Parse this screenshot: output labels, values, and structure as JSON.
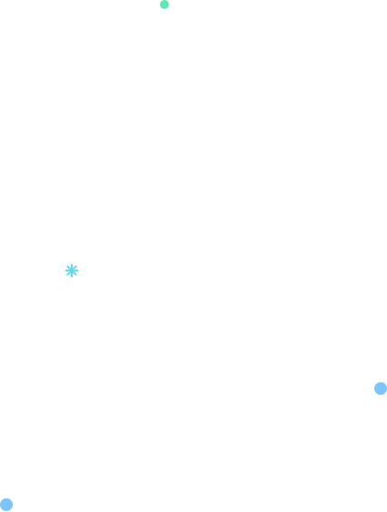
{
  "canvas": {
    "background": "#ffffff"
  },
  "decorations": {
    "dot_top": {
      "shape": "circle",
      "color": "#5ee8b0"
    },
    "sparkle": {
      "icon": "snowflake-sparkle-icon",
      "color": "#63d7f2"
    },
    "dot_right": {
      "shape": "circle",
      "color": "#7cc4fa"
    },
    "dot_bottom_left": {
      "shape": "circle",
      "color": "#7cc4fa"
    }
  }
}
